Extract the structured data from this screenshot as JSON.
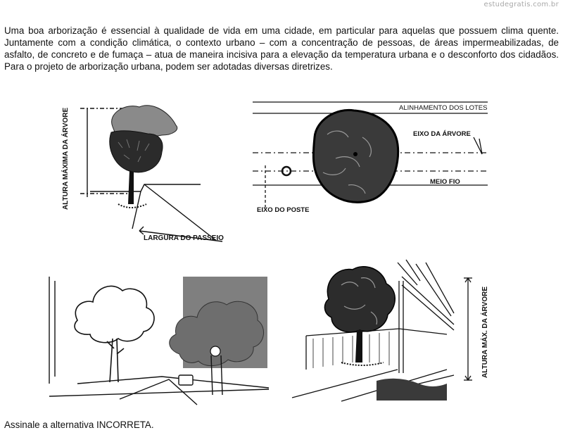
{
  "watermark": "estudegratis.com.br",
  "intro_text": "Uma boa arborização é essencial à qualidade de vida em uma cidade, em particular para aquelas que possuem clima quente. Juntamente com a condição climática, o contexto urbano – com a concentração de pessoas, de áreas impermeabilizadas, de asfalto, de concreto e de fumaça – atua de maneira incisiva para a elevação da temperatura urbana e o desconforto dos cidadãos. Para o projeto de arborização urbana, podem ser adotadas diversas diretrizes.",
  "figures": {
    "fig1": {
      "vertical_label": "ALTURA MÁXIMA DA ÁRVORE",
      "horizontal_label": "LARGURA DO PASSEIO"
    },
    "fig2": {
      "label_lotes": "ALINHAMENTO DOS LOTES",
      "label_eixo_arvore": "EIXO DA ÁRVORE",
      "label_meio_fio": "MEIO  FIO",
      "label_eixo_poste": "EIXO DO POSTE"
    },
    "fig4": {
      "vertical_label": "ALTURA MÁX. DA ÁRVORE"
    }
  },
  "question_text": "Assinale a alternativa INCORRETA.",
  "colors": {
    "canopy_gray": "#8a8a8a",
    "canopy_dark": "#1a1a1a",
    "ink": "#111111"
  }
}
